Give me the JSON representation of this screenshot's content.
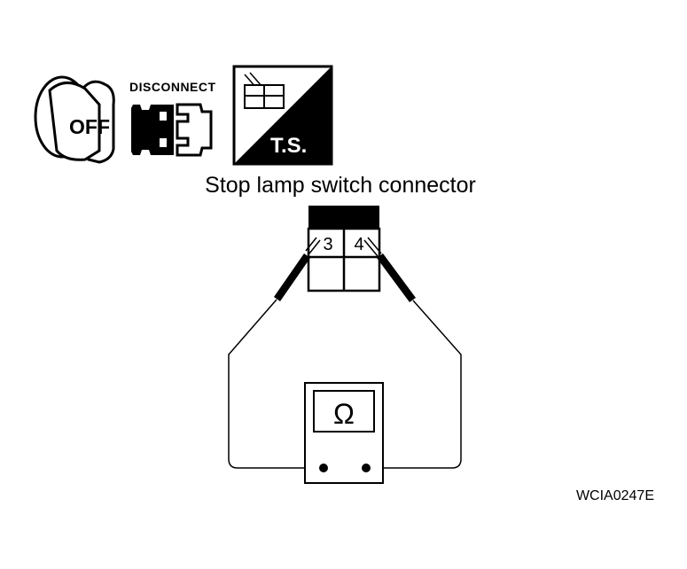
{
  "icons": {
    "ignition": {
      "label": "OFF"
    },
    "disconnect": {
      "label": "DISCONNECT"
    },
    "test_symbol": {
      "label": "T.S."
    }
  },
  "connector": {
    "title": "Stop lamp switch connector",
    "terminals": [
      "3",
      "4"
    ]
  },
  "meter": {
    "symbol": "Ω"
  },
  "figure_code": "WCIA0247E",
  "colors": {
    "ink": "#000000",
    "paper": "#ffffff"
  }
}
